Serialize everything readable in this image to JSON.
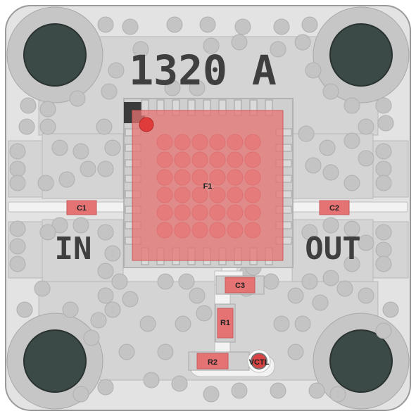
{
  "board": {
    "part_number": "1320 A",
    "input_label": "IN",
    "output_label": "OUT"
  },
  "components": {
    "ic": "F1",
    "c1": "C1",
    "c2": "C2",
    "c3": "C3",
    "r1": "R1",
    "r2": "R2",
    "control_pad": "VCTL"
  },
  "colors": {
    "board": "#e4e4e4",
    "copper": "#d4d4d4",
    "via": "#c3c3c3",
    "mount_hole": "#3b4a47",
    "component": "#e57373",
    "trace": "#f2f2f2"
  }
}
